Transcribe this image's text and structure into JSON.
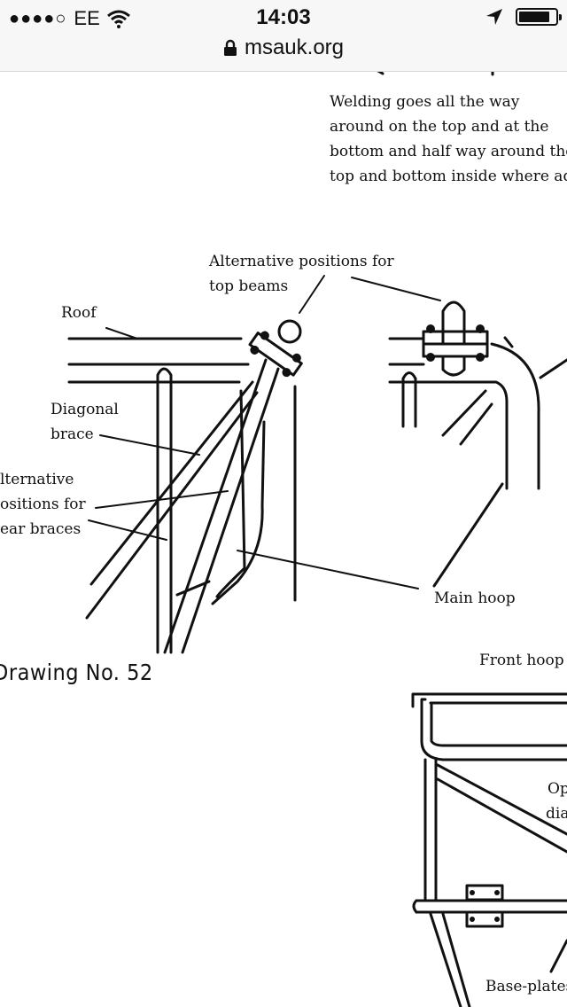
{
  "status_bar": {
    "signal": "●●●●○",
    "carrier": "EE",
    "time": "14:03"
  },
  "browser": {
    "url": "msauk.org"
  },
  "drawing": {
    "welding_note": [
      "Welding goes all the way",
      "around on the top and at the",
      "bottom and half way around the",
      "top and bottom inside where ad"
    ],
    "labels": {
      "alt_top_beams_1": "Alternative positions for",
      "alt_top_beams_2": "top beams",
      "roof": "Roof",
      "diagonal_1": "Diagonal",
      "diagonal_2": "brace",
      "alt_rear_1": "lternative",
      "alt_rear_2": "ositions for",
      "alt_rear_3": "ear braces",
      "main_hoop": "Main hoop",
      "front_hoop": "Front hoop",
      "op_1": "Op",
      "op_2": "dia",
      "base_plates": "Base-plates"
    },
    "caption": "Drawing No. 52"
  }
}
